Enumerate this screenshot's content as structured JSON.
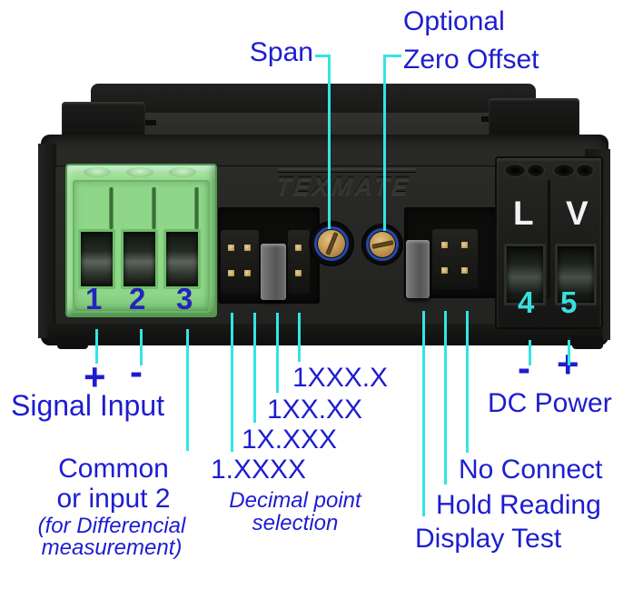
{
  "colors": {
    "label_blue": "#1d1dd0",
    "leader_cyan": "#35e4e4",
    "terminal_number_blue": "#2324bd",
    "power_number_cyan": "#3bdede"
  },
  "annotations": {
    "span": "Span",
    "optional_line1": "Optional",
    "optional_line2": "Zero Offset",
    "signal_plus": "+",
    "signal_minus": "-",
    "signal_input": "Signal Input",
    "decimal_options": [
      "1XXX.X",
      "1XX.XX",
      "1X.XXX",
      "1.XXXX"
    ],
    "decimal_caption_line1": "Decimal point",
    "decimal_caption_line2": "selection",
    "common_line1": "Common",
    "common_line2": "or input 2",
    "common_note_line1": "(for Differencial",
    "common_note_line2": "measurement)",
    "dc_minus": "-",
    "dc_plus": "+",
    "dc_power": "DC Power",
    "no_connect": "No Connect",
    "hold_reading": "Hold Reading",
    "display_test": "Display Test"
  },
  "device": {
    "brand": "TEXMATE",
    "signal_terminal_numbers": [
      "1",
      "2",
      "3"
    ],
    "power_terminal_letters": [
      "L",
      "V"
    ],
    "power_terminal_numbers": [
      "4",
      "5"
    ]
  }
}
